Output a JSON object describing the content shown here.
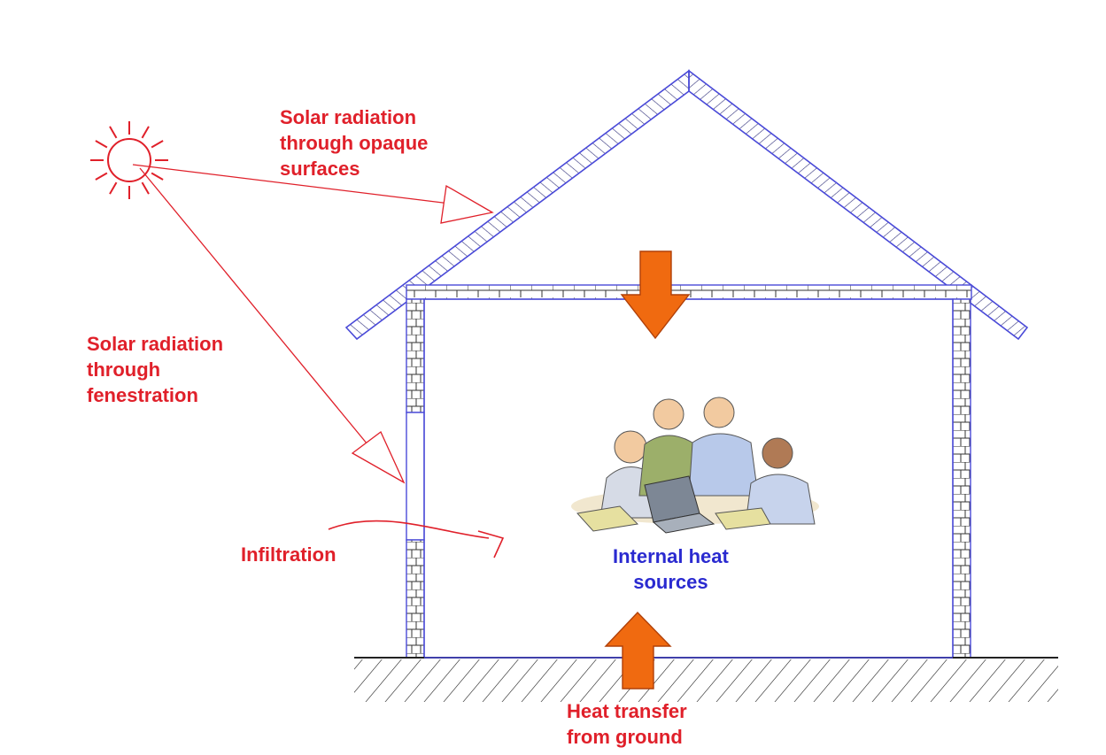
{
  "labels": {
    "solar_opaque": "Solar radiation\nthrough opaque\nsurfaces",
    "solar_fenestration": "Solar radiation\nthrough\nfenestration",
    "infiltration": "Infiltration",
    "internal_heat": "Internal heat\nsources",
    "ground_transfer": "Heat transfer\nfrom ground"
  },
  "colors": {
    "label_red": "#e0202a",
    "label_blue": "#2a2ad0",
    "structure_line": "#4a4ad8",
    "heat_arrow": "#f06a10",
    "sun": "#e0202a"
  }
}
